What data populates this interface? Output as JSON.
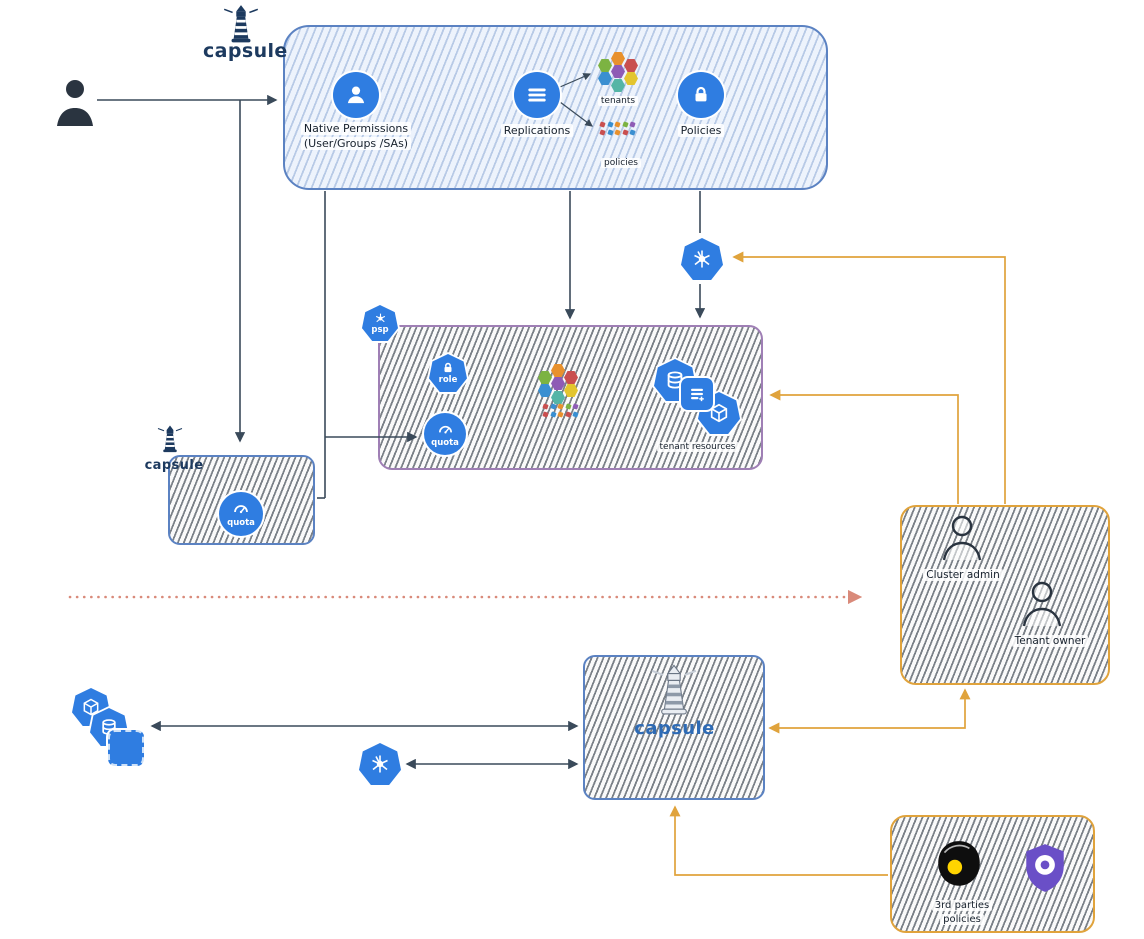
{
  "colors": {
    "icon_blue": "#2f7de1",
    "box_blue_border": "#5b82c2",
    "tenant_purple_border": "#9f7fb5",
    "orange_border": "#e0a33c",
    "divider_salmon": "#d98a7a",
    "connector_dark": "#3a4a5a",
    "capsule_navy": "#1d3a5f",
    "falco_yellow": "#ffd400",
    "gatekeeper_purple": "#6a4fc7"
  },
  "clusters": {
    "hex": {
      "colors": [
        "#e8912d",
        "#7cb342",
        "#c94f4f",
        "#8e5bb5",
        "#3a8fd1",
        "#e3c52f",
        "#55b5a6"
      ]
    },
    "dots": {
      "colors": [
        "#c94f4f",
        "#3a8fd1",
        "#e8912d",
        "#7cb342",
        "#8e5bb5",
        "#c94f4f",
        "#3a8fd1",
        "#e8912d",
        "#c94f4f",
        "#3a8fd1"
      ]
    }
  },
  "top_logo": {
    "text": "capsule"
  },
  "controller_box": {
    "native_permissions": {
      "line1": "Native Permissions",
      "line2": "(User/Groups /SAs)"
    },
    "replications": {
      "label": "Replications"
    },
    "tenants_label": "tenants",
    "policies_small_label": "policies",
    "policies": {
      "label": "Policies"
    }
  },
  "tenant_box": {
    "psp_label": "psp",
    "role_label": "role",
    "quota_label": "quota",
    "resources_label": "tenant resources"
  },
  "cluster_quota_box": {
    "logo_text": "capsule",
    "quota_label": "quota"
  },
  "proxy_box": {
    "logo_text": "capsule"
  },
  "actors_box": {
    "cluster_admin_label": "Cluster admin",
    "tenant_owner_label": "Tenant owner"
  },
  "policy_engines_box": {
    "caption_line1": "3rd parties",
    "caption_line2": "policies"
  }
}
